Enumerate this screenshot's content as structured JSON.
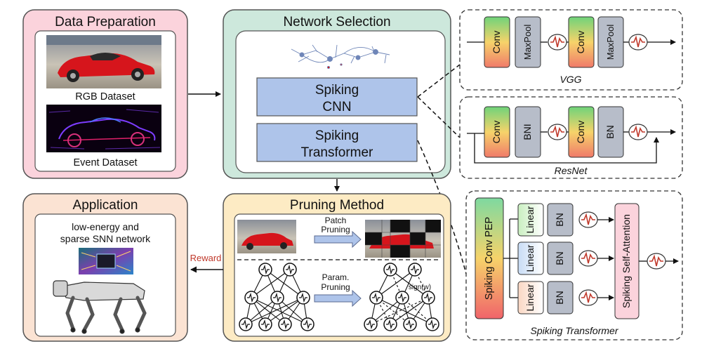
{
  "panels": {
    "data_preparation": {
      "title": "Data Preparation",
      "rgb_label": "RGB Dataset",
      "event_label": "Event Dataset"
    },
    "network_selection": {
      "title": "Network Selection",
      "cnn_line1": "Spiking",
      "cnn_line2": "CNN",
      "transformer_line1": "Spiking",
      "transformer_line2": "Transformer"
    },
    "application": {
      "title": "Application",
      "desc_line1": "low-energy and",
      "desc_line2": "sparse SNN network"
    },
    "pruning_method": {
      "title": "Pruning Method",
      "patch_line1": "Patch",
      "patch_line2": "Pruning",
      "param_line1": "Param.",
      "param_line2": "Pruning",
      "sign_label": "sign(w)"
    }
  },
  "reward_label": "Reward",
  "blocks": {
    "conv": "Conv",
    "maxpool": "MaxPool",
    "bn": "BN",
    "bn1": "BNI",
    "linear": "Linear",
    "pep": "Spiking Conv PEP",
    "attention": "Spiking Self-Attention"
  },
  "architectures": {
    "vgg": "VGG",
    "resnet": "ResNet",
    "transformer": "Spiking Transformer"
  },
  "colors": {
    "pink": "#fbd3dc",
    "green": "#cde8dc",
    "peach": "#fbe3d3",
    "yellow": "#fdebc4",
    "blue": "#aec4ea",
    "gray": "#b7bdc9",
    "spike": "#c0392b"
  }
}
